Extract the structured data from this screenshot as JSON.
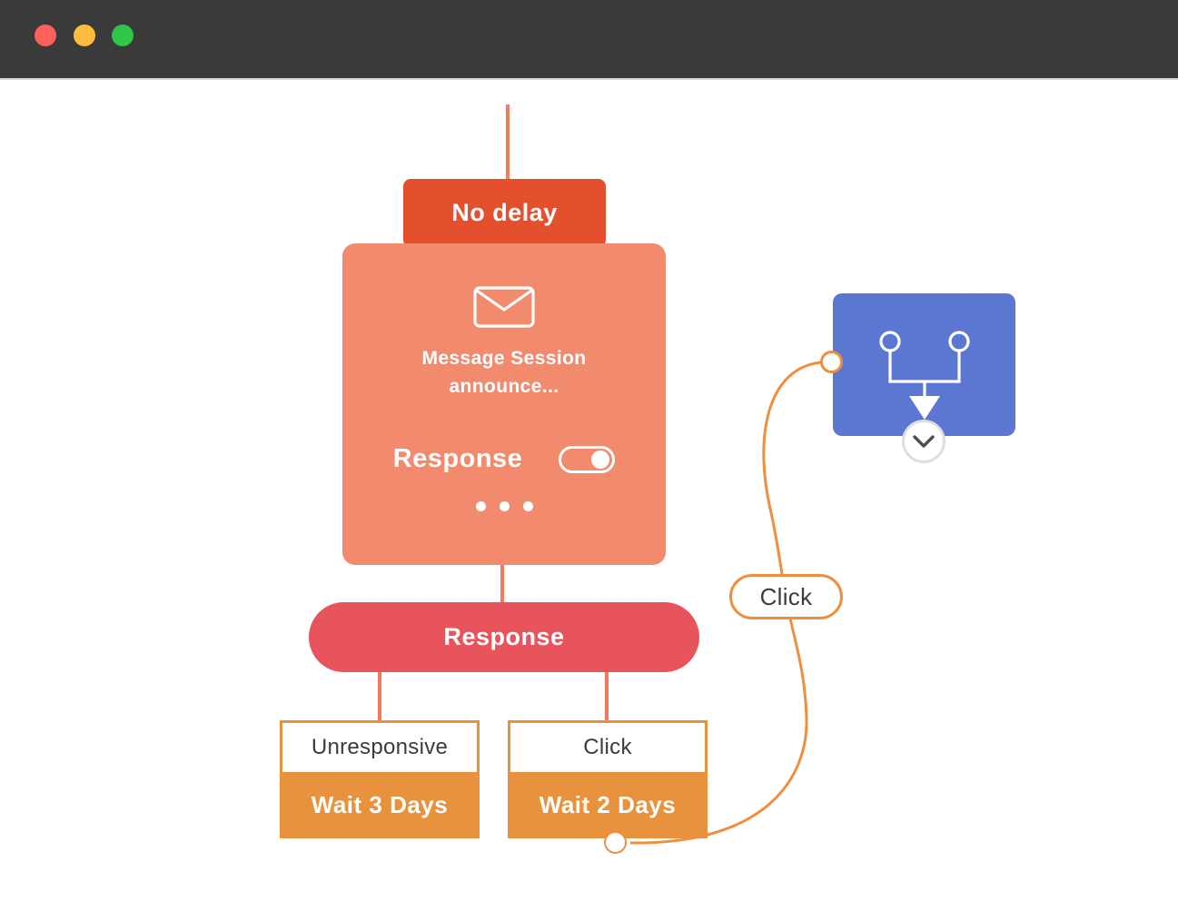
{
  "window": {
    "titlebar_color": "#3a3a3a",
    "traffic_lights": [
      "close",
      "minimize",
      "zoom"
    ]
  },
  "flow": {
    "entry_delay": {
      "label": "No delay",
      "color": "#e4502d"
    },
    "message_node": {
      "icon": "envelope-icon",
      "title": "Message Session\nannounce...",
      "response_label": "Response",
      "toggle_state": "on",
      "more_label": "•••",
      "color": "#f28b6d"
    },
    "decision": {
      "label": "Response",
      "color": "#e8545c"
    },
    "branches": [
      {
        "condition": "Unresponsive",
        "wait": "Wait 3 Days"
      },
      {
        "condition": "Click",
        "wait": "Wait 2 Days"
      }
    ],
    "edge": {
      "label": "Click",
      "color": "#ee8e3e"
    },
    "merge_node": {
      "icon": "merge-branches-icon",
      "color": "#5c77d2",
      "expand_icon": "chevron-down-icon"
    },
    "connector_color": "#f5795b",
    "branch_fill_color": "#e8923e"
  }
}
